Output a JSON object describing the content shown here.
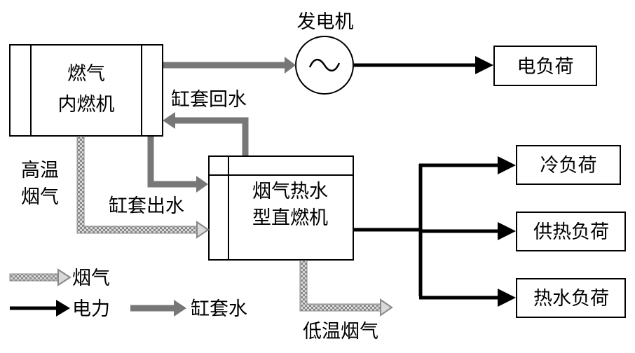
{
  "nodes": {
    "engine": {
      "line1": "燃气",
      "line2": "内燃机"
    },
    "generator": {
      "label": "发电机",
      "symbol": "~"
    },
    "absorber": {
      "line1": "烟气热水",
      "line2": "型直燃机"
    },
    "loads": {
      "electric": "电负荷",
      "cooling": "冷负荷",
      "heating": "供热负荷",
      "hotwater": "热水负荷"
    }
  },
  "flows": {
    "jacket_return": "缸套回水",
    "jacket_out": "缸套出水",
    "hot_flue": {
      "line1": "高温",
      "line2": "烟气"
    },
    "low_flue": "低温烟气"
  },
  "legend": {
    "flue": "烟气",
    "power": "电力",
    "jacket": "缸套水"
  },
  "colors": {
    "power": "#000000",
    "jacket": "#777777",
    "flue_fill": "#cccccc",
    "flue_stroke": "#888888"
  }
}
